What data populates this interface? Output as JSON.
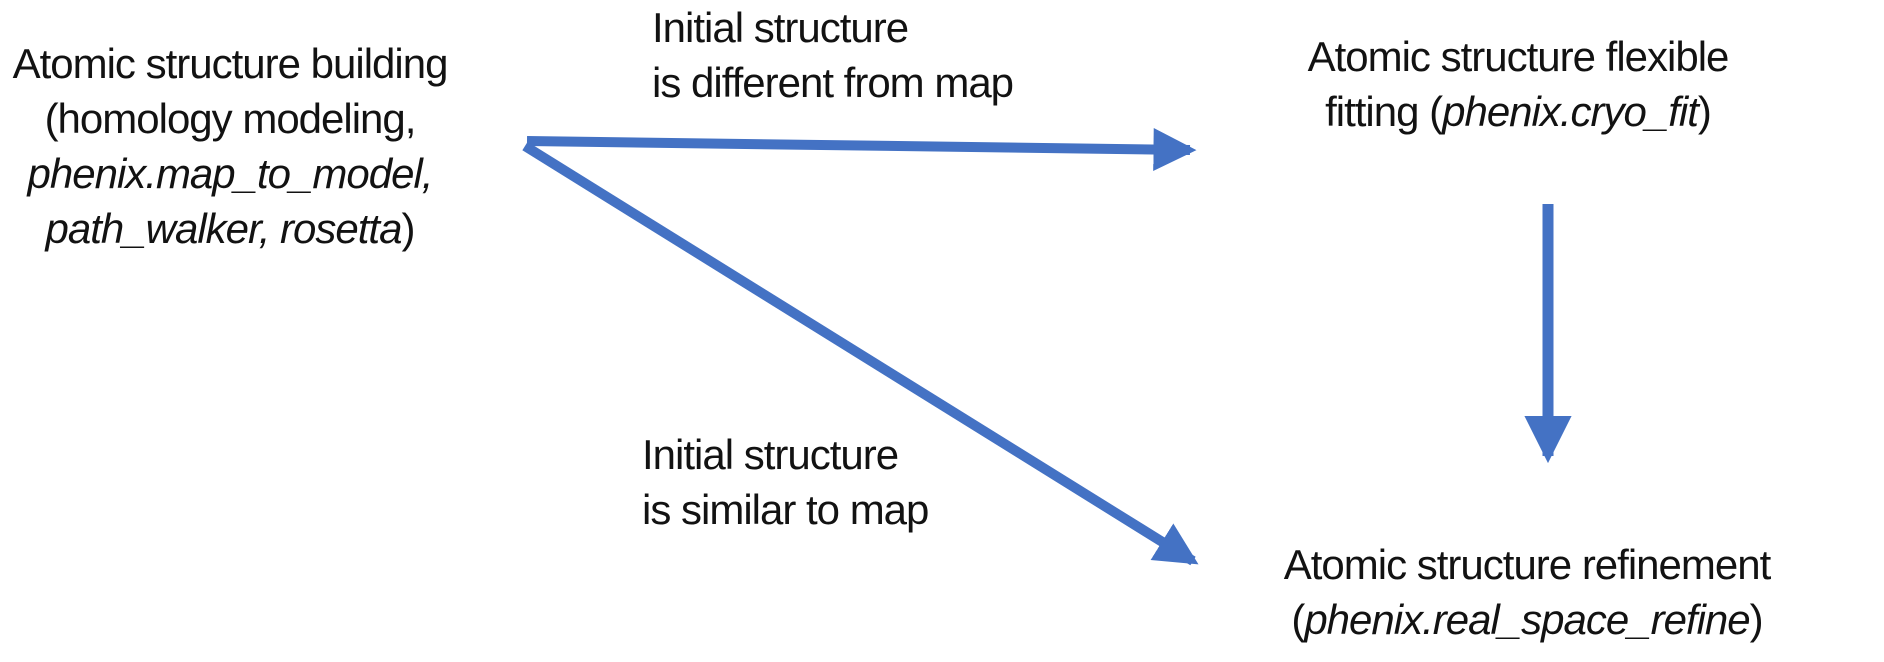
{
  "colors": {
    "arrow": "#4472C4",
    "text": "#121212",
    "background": "#ffffff"
  },
  "nodes": {
    "building": {
      "id": "atomic-structure-building",
      "line1": "Atomic structure building",
      "line2": "(homology modeling,",
      "line3_italic": "phenix.map_to_model,",
      "line4_italic": "path_walker, rosetta",
      "line4_close": ")"
    },
    "flexible_fitting": {
      "id": "atomic-structure-flexible-fitting",
      "line1": "Atomic structure flexible",
      "line2_pre": "fitting (",
      "line2_italic": "phenix.cryo_fit",
      "line2_post": ")"
    },
    "refinement": {
      "id": "atomic-structure-refinement",
      "line1": "Atomic structure refinement",
      "line2_pre": "(",
      "line2_italic": "phenix.real_space_refine",
      "line2_post": ")"
    }
  },
  "edge_labels": {
    "different": {
      "line1": "Initial structure",
      "line2": "is different from map"
    },
    "similar": {
      "line1": "Initial structure",
      "line2": "is similar to map"
    }
  },
  "edges": [
    {
      "from": "atomic-structure-building",
      "to": "atomic-structure-flexible-fitting",
      "condition": "Initial structure is different from map"
    },
    {
      "from": "atomic-structure-building",
      "to": "atomic-structure-refinement",
      "condition": "Initial structure is similar to map"
    },
    {
      "from": "atomic-structure-flexible-fitting",
      "to": "atomic-structure-refinement",
      "condition": ""
    }
  ]
}
